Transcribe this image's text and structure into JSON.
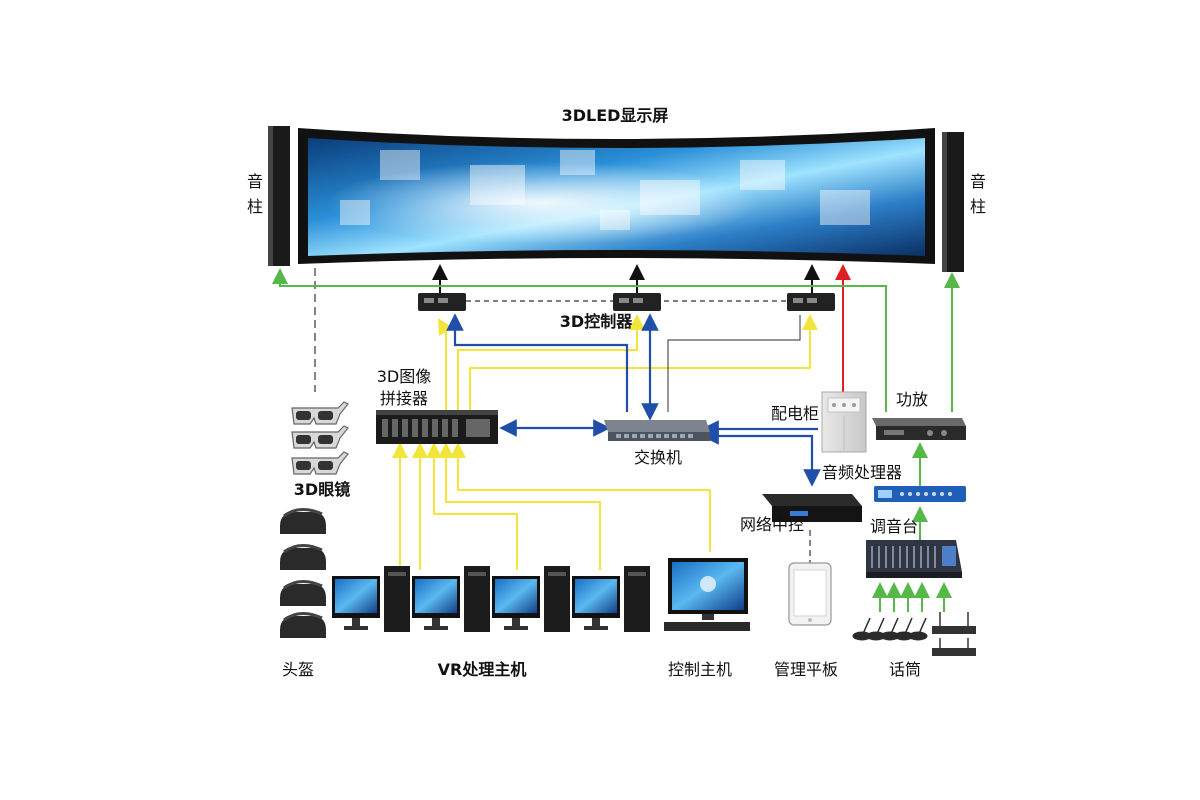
{
  "labels": {
    "led_screen": "3DLED显示屏",
    "speaker_left": [
      "音",
      "柱"
    ],
    "speaker_right": [
      "音",
      "柱"
    ],
    "controller_3d": "3D控制器",
    "image_splicer": [
      "3D图像",
      "拼接器"
    ],
    "switch": "交换机",
    "power_cabinet": "配电柜",
    "amplifier": "功放",
    "audio_processor": "音频处理器",
    "network_control": "网络中控",
    "mixer": "调音台",
    "glasses_3d": "3D眼镜",
    "helmet": "头盔",
    "vr_hosts": "VR处理主机",
    "control_host": "控制主机",
    "tablet": "管理平板",
    "microphones": "话筒"
  },
  "colors": {
    "video_line": "#f2e63a",
    "network_line": "#1f4fa8",
    "audio_line": "#55b848",
    "power_line": "#e02020",
    "control_line": "#555555"
  }
}
